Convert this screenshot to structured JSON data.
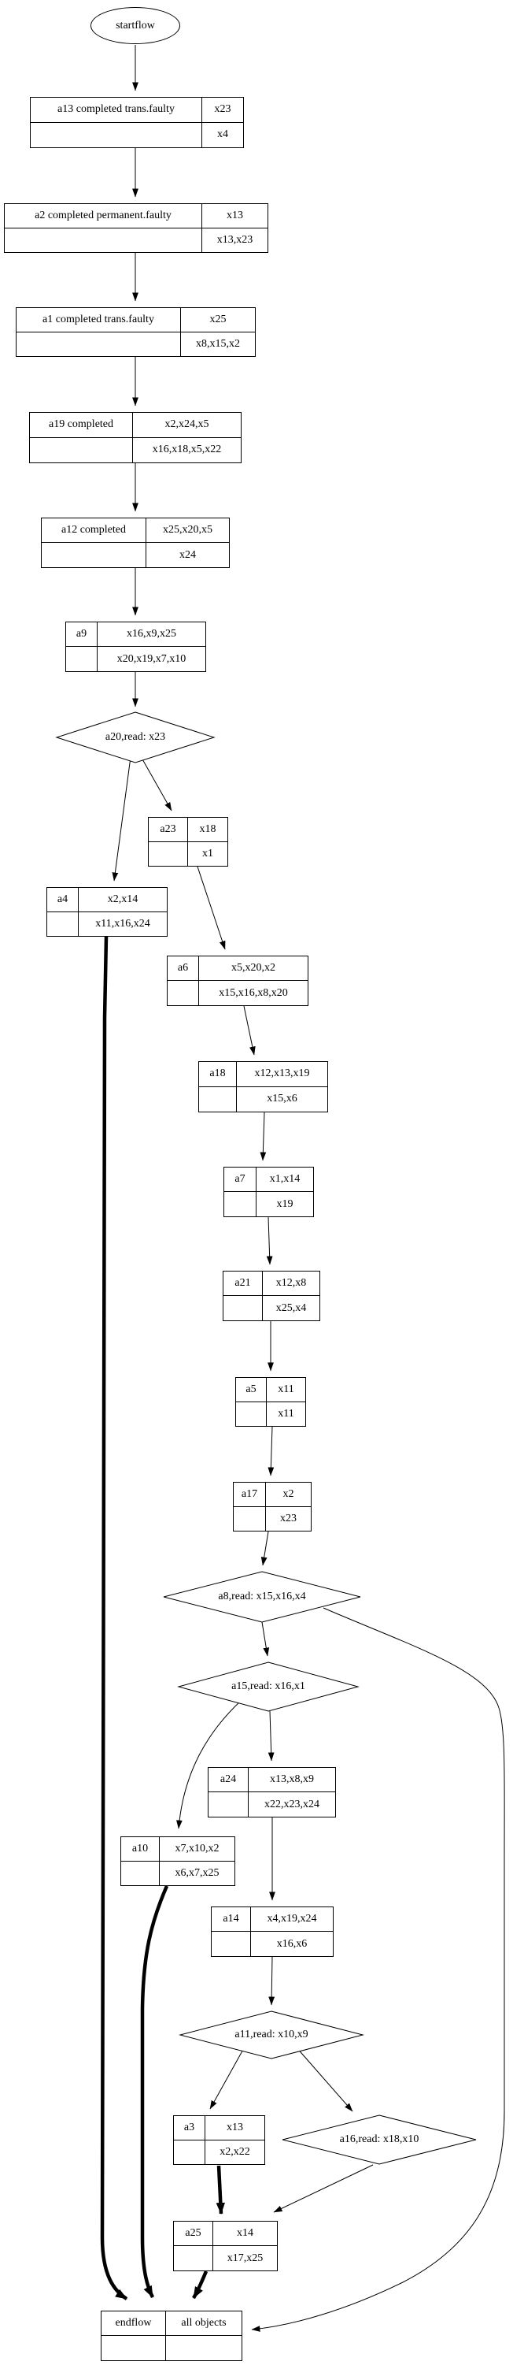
{
  "diagram": {
    "type": "flowchart",
    "background_color": "#ffffff",
    "line_color": "#000000",
    "nodes": {
      "startflow": {
        "type": "ellipse",
        "label": "startflow"
      },
      "a13": {
        "type": "record",
        "label": "a13 completed trans.faulty",
        "top_right": "x23",
        "bottom_right": "x4"
      },
      "a2": {
        "type": "record",
        "label": "a2 completed permanent.faulty",
        "top_right": "x13",
        "bottom_right": "x13,x23"
      },
      "a1": {
        "type": "record",
        "label": "a1 completed trans.faulty",
        "top_right": "x25",
        "bottom_right": "x8,x15,x2"
      },
      "a19": {
        "type": "record",
        "label": "a19 completed",
        "top_right": "x2,x24,x5",
        "bottom_right": "x16,x18,x5,x22"
      },
      "a12": {
        "type": "record",
        "label": "a12 completed",
        "top_right": "x25,x20,x5",
        "bottom_right": "x24"
      },
      "a9": {
        "type": "record",
        "label": "a9",
        "top_right": "x16,x9,x25",
        "bottom_right": "x20,x19,x7,x10"
      },
      "a20": {
        "type": "diamond",
        "label": "a20,read: x23"
      },
      "a23": {
        "type": "record",
        "label": "a23",
        "top_right": "x18",
        "bottom_right": "x1"
      },
      "a4": {
        "type": "record",
        "label": "a4",
        "top_right": "x2,x14",
        "bottom_right": "x11,x16,x24"
      },
      "a6": {
        "type": "record",
        "label": "a6",
        "top_right": "x5,x20,x2",
        "bottom_right": "x15,x16,x8,x20"
      },
      "a18": {
        "type": "record",
        "label": "a18",
        "top_right": "x12,x13,x19",
        "bottom_right": "x15,x6"
      },
      "a7": {
        "type": "record",
        "label": "a7",
        "top_right": "x1,x14",
        "bottom_right": "x19"
      },
      "a21": {
        "type": "record",
        "label": "a21",
        "top_right": "x12,x8",
        "bottom_right": "x25,x4"
      },
      "a5": {
        "type": "record",
        "label": "a5",
        "top_right": "x11",
        "bottom_right": "x11"
      },
      "a17": {
        "type": "record",
        "label": "a17",
        "top_right": "x2",
        "bottom_right": "x23"
      },
      "a8": {
        "type": "diamond",
        "label": "a8,read: x15,x16,x4"
      },
      "a15": {
        "type": "diamond",
        "label": "a15,read: x16,x1"
      },
      "a24": {
        "type": "record",
        "label": "a24",
        "top_right": "x13,x8,x9",
        "bottom_right": "x22,x23,x24"
      },
      "a10": {
        "type": "record",
        "label": "a10",
        "top_right": "x7,x10,x2",
        "bottom_right": "x6,x7,x25"
      },
      "a14": {
        "type": "record",
        "label": "a14",
        "top_right": "x4,x19,x24",
        "bottom_right": "x16,x6"
      },
      "a11": {
        "type": "diamond",
        "label": "a11,read: x10,x9"
      },
      "a3": {
        "type": "record",
        "label": "a3",
        "top_right": "x13",
        "bottom_right": "x2,x22"
      },
      "a16": {
        "type": "diamond",
        "label": "a16,read: x18,x10"
      },
      "a25": {
        "type": "record",
        "label": "a25",
        "top_right": "x14",
        "bottom_right": "x17,x25"
      },
      "endflow": {
        "type": "record",
        "label": "endflow",
        "top_right": "all objects",
        "bottom_right": ""
      }
    },
    "edges": [
      {
        "from": "startflow",
        "to": "a13",
        "style": "solid"
      },
      {
        "from": "a13",
        "to": "a2",
        "style": "solid"
      },
      {
        "from": "a2",
        "to": "a1",
        "style": "solid"
      },
      {
        "from": "a1",
        "to": "a19",
        "style": "solid"
      },
      {
        "from": "a19",
        "to": "a12",
        "style": "solid"
      },
      {
        "from": "a12",
        "to": "a9",
        "style": "solid"
      },
      {
        "from": "a9",
        "to": "a20",
        "style": "solid"
      },
      {
        "from": "a20",
        "to": "a4",
        "style": "solid"
      },
      {
        "from": "a20",
        "to": "a23",
        "style": "solid"
      },
      {
        "from": "a23",
        "to": "a6",
        "style": "solid"
      },
      {
        "from": "a6",
        "to": "a18",
        "style": "solid"
      },
      {
        "from": "a18",
        "to": "a7",
        "style": "solid"
      },
      {
        "from": "a7",
        "to": "a21",
        "style": "solid"
      },
      {
        "from": "a21",
        "to": "a5",
        "style": "solid"
      },
      {
        "from": "a5",
        "to": "a17",
        "style": "solid"
      },
      {
        "from": "a17",
        "to": "a8",
        "style": "solid"
      },
      {
        "from": "a8",
        "to": "a15",
        "style": "solid"
      },
      {
        "from": "a8",
        "to": "endflow",
        "style": "solid"
      },
      {
        "from": "a15",
        "to": "a24",
        "style": "solid"
      },
      {
        "from": "a15",
        "to": "a10",
        "style": "solid"
      },
      {
        "from": "a24",
        "to": "a14",
        "style": "solid"
      },
      {
        "from": "a14",
        "to": "a11",
        "style": "solid"
      },
      {
        "from": "a11",
        "to": "a3",
        "style": "solid"
      },
      {
        "from": "a11",
        "to": "a16",
        "style": "solid"
      },
      {
        "from": "a16",
        "to": "a25",
        "style": "solid"
      },
      {
        "from": "a3",
        "to": "a25",
        "style": "bold"
      },
      {
        "from": "a25",
        "to": "endflow",
        "style": "bold"
      },
      {
        "from": "a10",
        "to": "endflow",
        "style": "bold"
      },
      {
        "from": "a4",
        "to": "endflow",
        "style": "bold"
      }
    ]
  }
}
